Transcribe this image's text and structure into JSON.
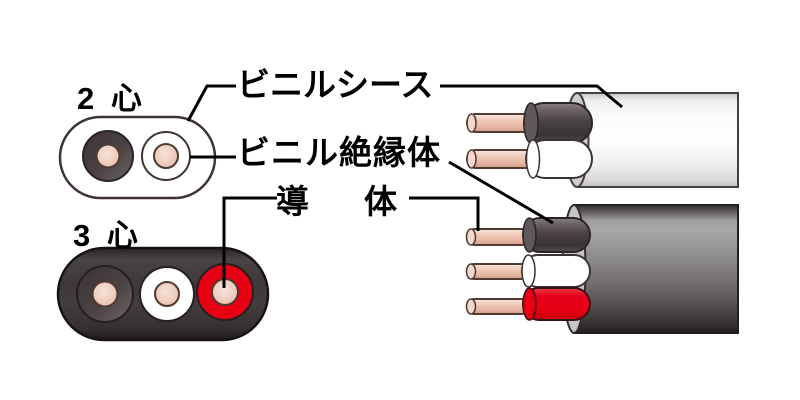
{
  "figure": {
    "type": "vvf-cable-structure-diagram",
    "labels": {
      "sheath": "ビニルシース",
      "insulation": "ビニル絶縁体",
      "conductor": "導　体",
      "two_core": "2 心",
      "three_core": "3 心"
    },
    "colors": {
      "red_insulation": "#e60012",
      "black_insulation": "#453e40",
      "white_insulation": "#ffffff",
      "copper_conductor": "#ecc6b6",
      "sheath_white": "#ffffff",
      "sheath_gray": "#8e8b8c",
      "outline": "#352e2f",
      "leader_line": "#000000"
    }
  }
}
